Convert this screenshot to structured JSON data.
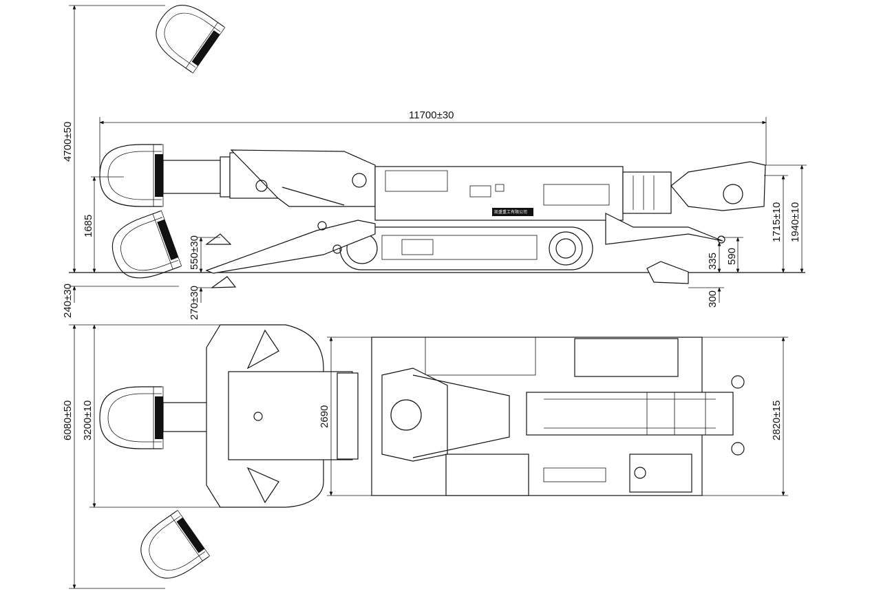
{
  "drawing": {
    "side_view": {
      "overall_height": "4700±50",
      "overall_length": "11700±30",
      "cutter_center_height": "1685",
      "shovel_lift": "550±30",
      "shovel_depth": "270±30",
      "cut_below_floor": "240±30",
      "rear_clearance_low": "335",
      "rear_clearance_high": "590",
      "rear_depth": "300",
      "body_height": "1715±10",
      "rear_height": "1940±10",
      "nameplate": "凯盛重工有限公司"
    },
    "top_view": {
      "cut_width_max": "6080±50",
      "cut_width": "3200±10",
      "shovel_width": "2690",
      "body_width": "2820±15"
    }
  }
}
